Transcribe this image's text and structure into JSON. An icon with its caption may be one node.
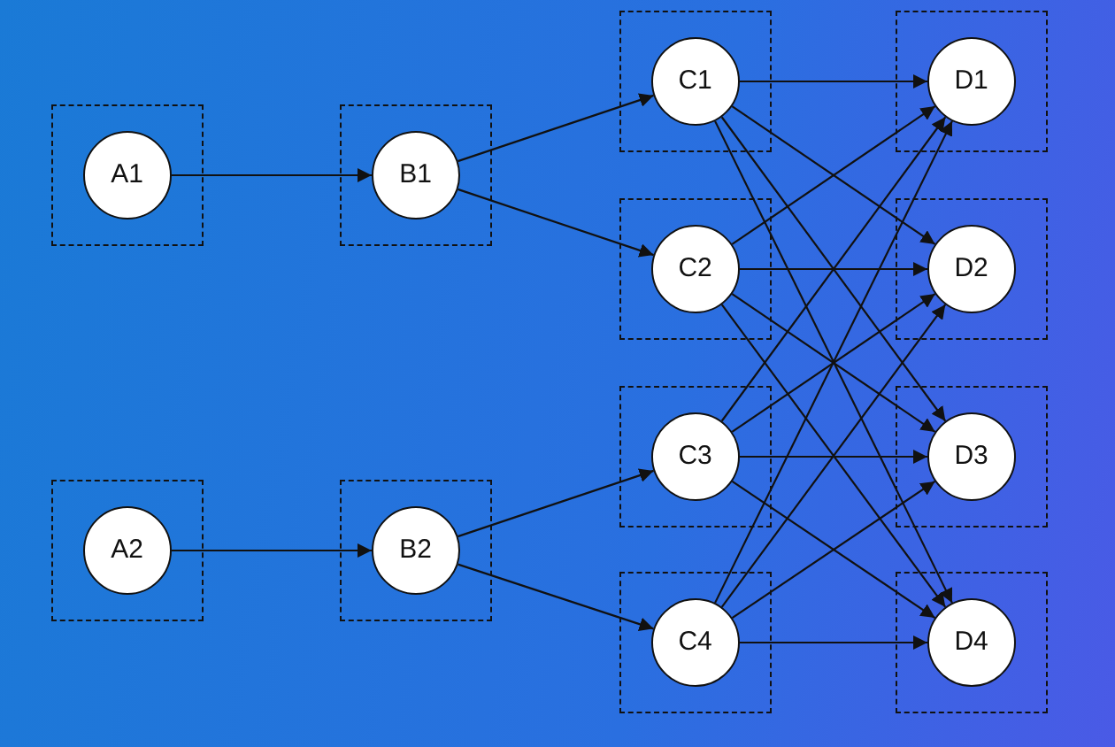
{
  "diagram": {
    "nodes": [
      {
        "text": [],
        "shape": "box"
      },
      {
        "text": [
          "A1"
        ],
        "in": 0
      },
      {
        "text": [],
        "shape": "box"
      },
      {
        "text": [
          "A2"
        ],
        "in": 2
      },
      {
        "text": [],
        "shape": "box"
      },
      {
        "text": [
          "B1"
        ],
        "in": 4
      },
      {
        "text": [],
        "shape": "box"
      },
      {
        "text": [
          "B2"
        ],
        "in": 6
      },
      {
        "text": [],
        "shape": "box"
      },
      {
        "text": [
          "C1"
        ],
        "in": 8
      },
      {
        "text": [],
        "shape": "box"
      },
      {
        "text": [
          "C2"
        ],
        "in": 10
      },
      {
        "text": [],
        "shape": "box"
      },
      {
        "text": [
          "C3"
        ],
        "in": 12
      },
      {
        "text": [],
        "shape": "box"
      },
      {
        "text": [
          "C4"
        ],
        "in": 14
      },
      {
        "text": [],
        "shape": "box"
      },
      {
        "text": [
          "D1"
        ],
        "in": 16
      },
      {
        "text": [],
        "shape": "box"
      },
      {
        "text": [
          "D2"
        ],
        "in": 18
      },
      {
        "text": [],
        "shape": "box"
      },
      {
        "text": [
          "D3"
        ],
        "in": 20
      },
      {
        "text": [],
        "shape": "box"
      },
      {
        "text": [
          "D4"
        ],
        "in": 22
      }
    ],
    "edges": [
      {
        "from": 1,
        "to": 5,
        "arrow": "to"
      },
      {
        "from": 3,
        "to": 7,
        "arrow": "to"
      },
      {
        "from": 5,
        "to": 9,
        "arrow": "to"
      },
      {
        "from": 5,
        "to": 11,
        "arrow": "to"
      },
      {
        "from": 7,
        "to": 13,
        "arrow": "to"
      },
      {
        "from": 7,
        "to": 15,
        "arrow": "to"
      },
      {
        "from": 9,
        "to": 17,
        "arrow": "to"
      },
      {
        "from": 9,
        "to": 19,
        "arrow": "to"
      },
      {
        "from": 9,
        "to": 21,
        "arrow": "to"
      },
      {
        "from": 9,
        "to": 23,
        "arrow": "to"
      },
      {
        "from": 11,
        "to": 17,
        "arrow": "to"
      },
      {
        "from": 11,
        "to": 19,
        "arrow": "to"
      },
      {
        "from": 11,
        "to": 21,
        "arrow": "to"
      },
      {
        "from": 11,
        "to": 23,
        "arrow": "to"
      },
      {
        "from": 13,
        "to": 17,
        "arrow": "to"
      },
      {
        "from": 13,
        "to": 19,
        "arrow": "to"
      },
      {
        "from": 13,
        "to": 21,
        "arrow": "to"
      },
      {
        "from": 13,
        "to": 23,
        "arrow": "to"
      },
      {
        "from": 15,
        "to": 17,
        "arrow": "to"
      },
      {
        "from": 15,
        "to": 19,
        "arrow": "to"
      },
      {
        "from": 15,
        "to": 21,
        "arrow": "to"
      },
      {
        "from": 15,
        "to": 23,
        "arrow": "to"
      }
    ]
  }
}
